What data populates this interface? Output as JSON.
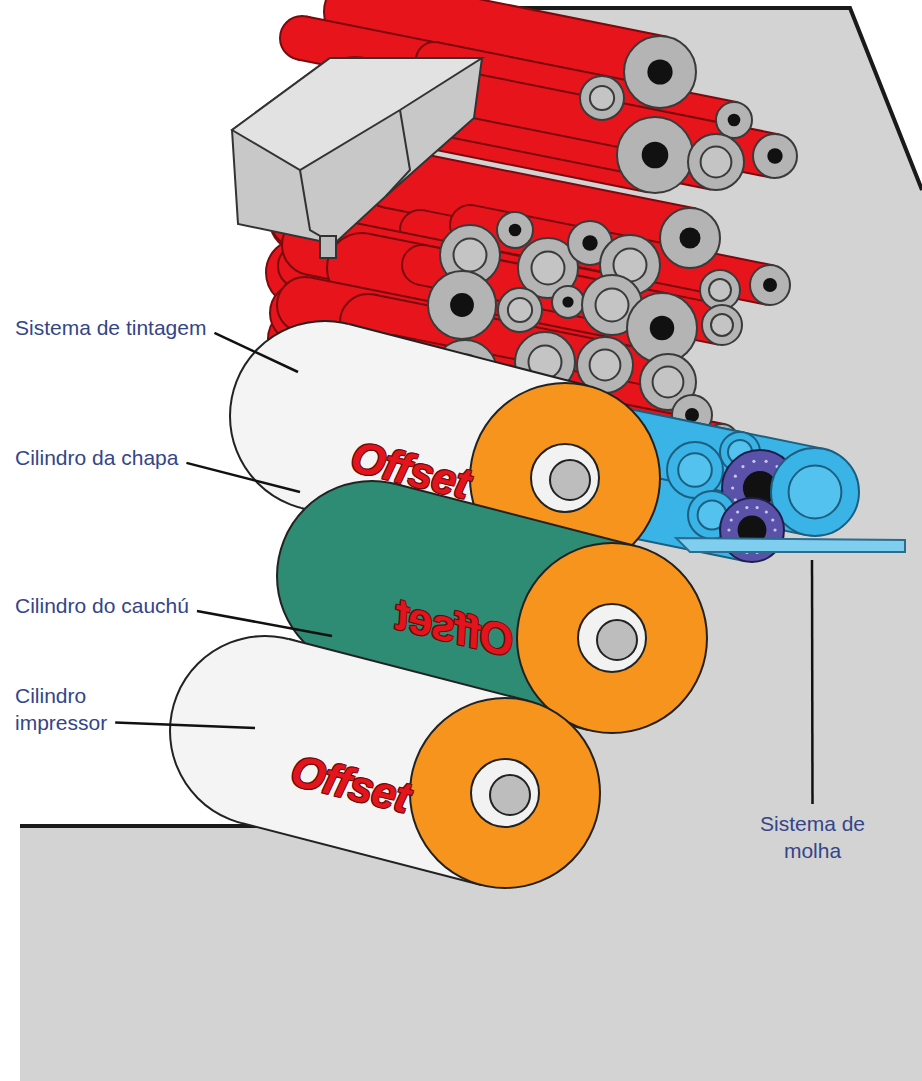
{
  "diagram": {
    "nodes": [
      {
        "text": [
          "Offset"
        ]
      },
      {
        "text": [
          "Offset"
        ]
      },
      {
        "text": [
          "Offset"
        ]
      }
    ],
    "labels": [
      "Sistema de tintagem",
      "Cilindro da chapa",
      "Cilindro do cauchú",
      "Cilindro impressor",
      "Sistema de molha"
    ]
  }
}
